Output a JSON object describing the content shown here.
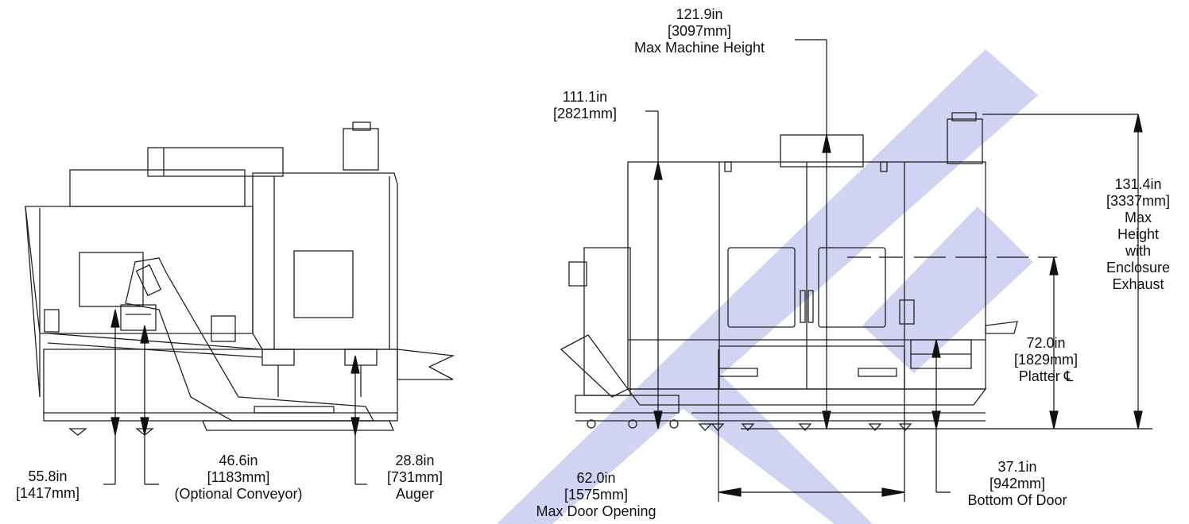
{
  "side_view": {
    "dims": [
      {
        "value": "55.8in",
        "metric": "[1417mm]",
        "note": ""
      },
      {
        "value": "46.6in",
        "metric": "[1183mm]",
        "note": "(Optional Conveyor)"
      },
      {
        "value": "28.8in",
        "metric": "[731mm]",
        "note": "Auger"
      }
    ]
  },
  "front_view": {
    "max_height": {
      "value": "121.9in",
      "metric": "[3097mm]",
      "note": "Max Machine Height"
    },
    "door_height": {
      "value": "111.1in",
      "metric": "[2821mm]"
    },
    "exhaust_height": {
      "value": "131.4in",
      "metric": "[3337mm]",
      "note_lines": [
        "Max",
        "Height",
        "with",
        "Enclosure",
        "Exhaust"
      ]
    },
    "platter": {
      "value": "72.0in",
      "metric": "[1829mm]",
      "note": "Platter ℄"
    },
    "door_opening": {
      "value": "62.0in",
      "metric": "[1575mm]",
      "note": "Max Door Opening"
    },
    "door_bottom": {
      "value": "37.1in",
      "metric": "[942mm]",
      "note": "Bottom Of Door"
    }
  },
  "watermark_color": "#c8ccf0"
}
